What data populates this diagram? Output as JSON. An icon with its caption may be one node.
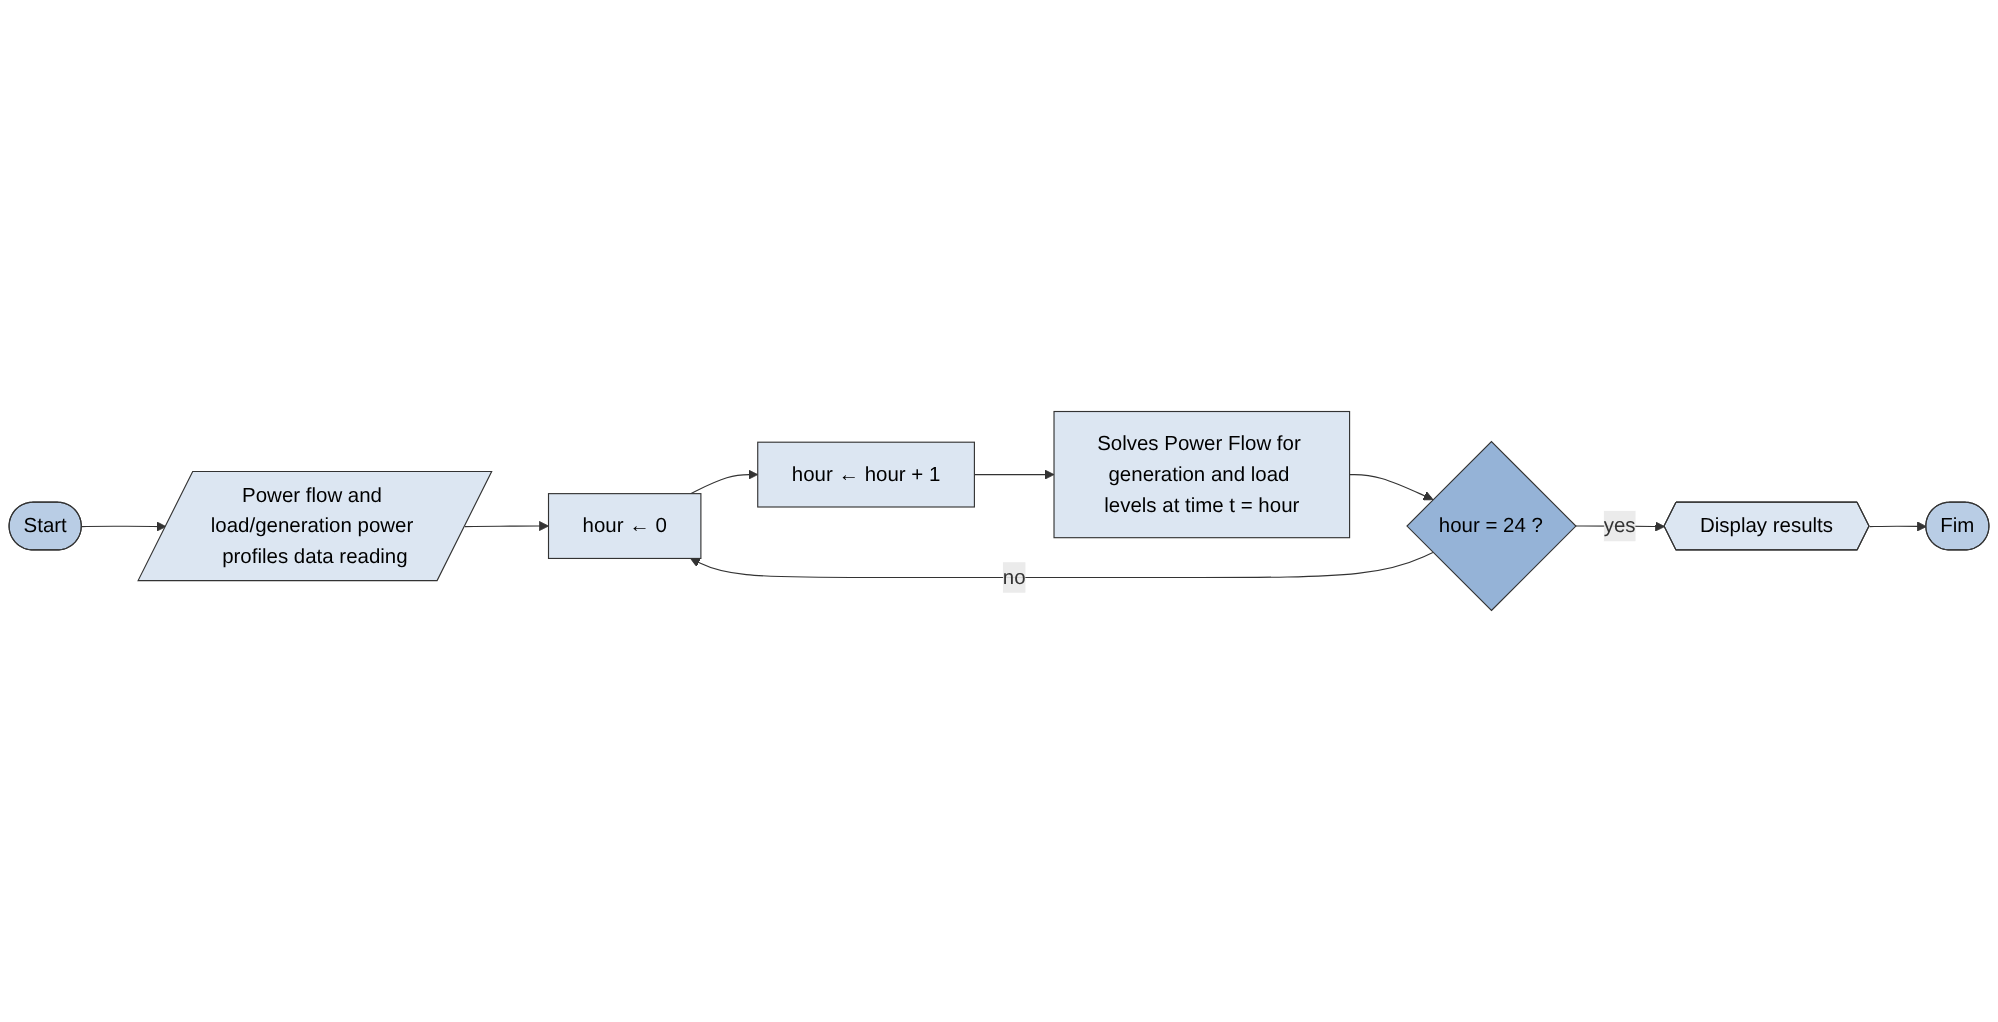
{
  "diagram": {
    "nodes": [
      {
        "text": [
          "Start"
        ]
      },
      {
        "text": [
          "Power flow and load/generation power profiles data reading"
        ]
      },
      {
        "text": [
          "hour ← 0"
        ]
      },
      {
        "text": [
          "hour ←  hour + 1"
        ]
      },
      {
        "text": [
          "Solves Power Flow for generation and load levels at time t = hour"
        ]
      },
      {
        "text": [
          "hour = 24 ?"
        ]
      },
      {
        "text": [
          "Display results"
        ]
      },
      {
        "text": [
          "Fim"
        ]
      }
    ],
    "edges": [
      {
        "from": 0,
        "to": 1,
        "arrow": "to"
      },
      {
        "from": 1,
        "to": 2,
        "arrow": "to"
      },
      {
        "from": 2,
        "to": 3,
        "arrow": "to"
      },
      {
        "from": 3,
        "to": 4,
        "arrow": "to"
      },
      {
        "from": 4,
        "to": 5,
        "arrow": "to"
      },
      {
        "from": 5,
        "to": 6,
        "label": "yes",
        "arrow": "to"
      },
      {
        "from": 6,
        "to": 7,
        "arrow": "to"
      },
      {
        "from": 5,
        "to": 2,
        "label": "no",
        "arrow": "to"
      }
    ]
  }
}
